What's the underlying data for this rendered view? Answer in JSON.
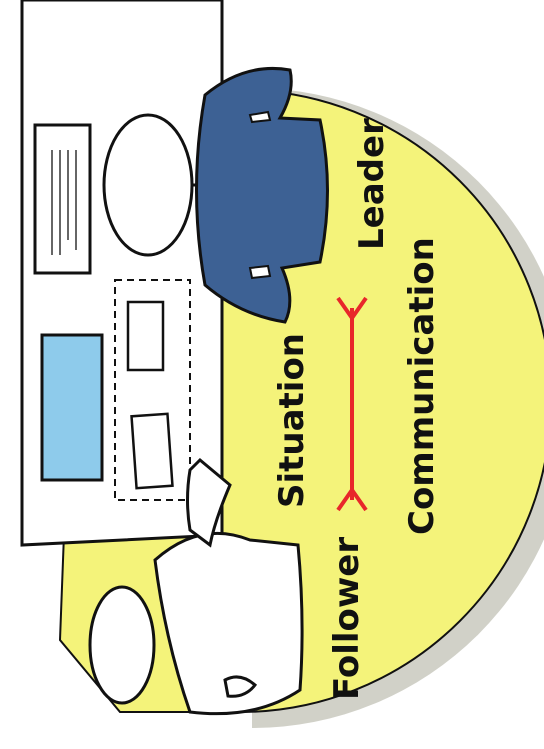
{
  "diagram": {
    "labels": {
      "leader": "Leader",
      "situation": "Situation",
      "follower": "Follower",
      "communication": "Communication"
    },
    "colors": {
      "circle_fill": "#f4f37a",
      "leader_fill": "#3d6194",
      "board_screen": "#8ecbeb",
      "arrow": "#e8262a",
      "outline": "#111111"
    }
  }
}
